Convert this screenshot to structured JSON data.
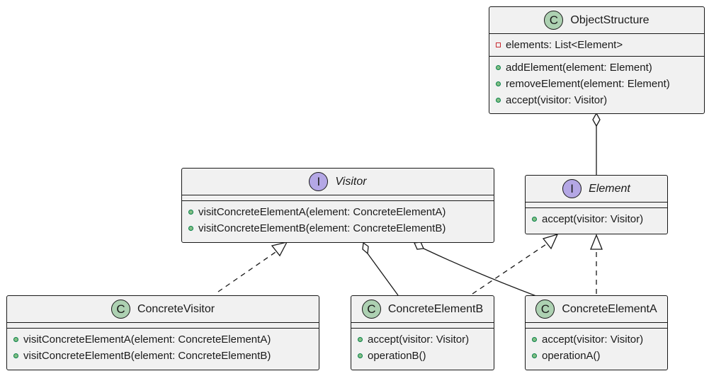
{
  "colors": {
    "class_fill": "#f1f1f1",
    "class_icon": "#add1b2",
    "interface_icon": "#b4a7e5",
    "public_marker": "#84be84",
    "private_marker": "#c82930",
    "line": "#181818"
  },
  "classes": {
    "object_structure": {
      "stereotype": "C",
      "name": "ObjectStructure",
      "fields": [
        {
          "visibility": "private",
          "text": "elements: List<Element>"
        }
      ],
      "methods": [
        {
          "visibility": "public",
          "text": "addElement(element: Element)"
        },
        {
          "visibility": "public",
          "text": "removeElement(element: Element)"
        },
        {
          "visibility": "public",
          "text": "accept(visitor: Visitor)"
        }
      ]
    },
    "visitor": {
      "stereotype": "I",
      "name": "Visitor",
      "methods": [
        {
          "visibility": "public",
          "text": "visitConcreteElementA(element: ConcreteElementA)"
        },
        {
          "visibility": "public",
          "text": "visitConcreteElementB(element: ConcreteElementB)"
        }
      ]
    },
    "element": {
      "stereotype": "I",
      "name": "Element",
      "methods": [
        {
          "visibility": "public",
          "text": "accept(visitor: Visitor)"
        }
      ]
    },
    "concrete_visitor": {
      "stereotype": "C",
      "name": "ConcreteVisitor",
      "methods": [
        {
          "visibility": "public",
          "text": "visitConcreteElementA(element: ConcreteElementA)"
        },
        {
          "visibility": "public",
          "text": "visitConcreteElementB(element: ConcreteElementB)"
        }
      ]
    },
    "concrete_element_b": {
      "stereotype": "C",
      "name": "ConcreteElementB",
      "methods": [
        {
          "visibility": "public",
          "text": "accept(visitor: Visitor)"
        },
        {
          "visibility": "public",
          "text": "operationB()"
        }
      ]
    },
    "concrete_element_a": {
      "stereotype": "C",
      "name": "ConcreteElementA",
      "methods": [
        {
          "visibility": "public",
          "text": "accept(visitor: Visitor)"
        },
        {
          "visibility": "public",
          "text": "operationA()"
        }
      ]
    }
  },
  "relations": [
    {
      "kind": "aggregation",
      "from": "object_structure",
      "to": "element"
    },
    {
      "kind": "aggregation",
      "from": "visitor",
      "to": "concrete_element_b"
    },
    {
      "kind": "aggregation",
      "from": "visitor",
      "to": "concrete_element_a"
    },
    {
      "kind": "realization",
      "from": "concrete_visitor",
      "to": "visitor"
    },
    {
      "kind": "realization",
      "from": "concrete_element_b",
      "to": "element"
    },
    {
      "kind": "realization",
      "from": "concrete_element_a",
      "to": "element"
    }
  ]
}
